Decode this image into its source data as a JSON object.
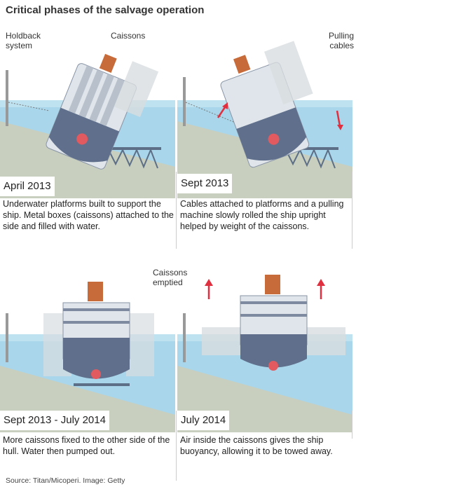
{
  "title": "Critical phases of the salvage operation",
  "callouts": {
    "holdback": "Holdback\nsystem",
    "caissons": "Caissons",
    "pulling": "Pulling\ncables",
    "caissons_emptied": "Caissons\nemptied"
  },
  "phases": [
    {
      "date": "April 2013",
      "description": "Underwater platforms built to support the ship. Metal boxes (caissons) attached to the side and filled with water."
    },
    {
      "date": "Sept 2013",
      "description": "Cables attached to platforms and a pulling machine slowly rolled the ship upright helped by weight of the caissons."
    },
    {
      "date": "Sept 2013 - July 2014",
      "description": "More caissons fixed to the other side of the hull. Water then pumped out."
    },
    {
      "date": "July 2014",
      "description": "Air inside the caissons gives the ship buoyancy, allowing it to be towed away."
    }
  ],
  "source": "Source: Titan/Micoperi. Image: Getty",
  "colors": {
    "water": "#a9d6ea",
    "waterDark": "#7fbad6",
    "seabed": "#c9cfbf",
    "hull": "#5f6f8c",
    "deck": "#e8ecef",
    "caisson": "#d8dde0",
    "arrow": "#e03040",
    "funnel": "#c86b3a"
  }
}
